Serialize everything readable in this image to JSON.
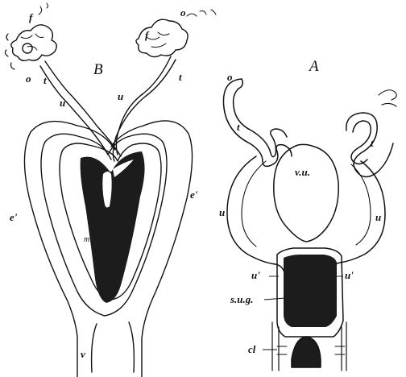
{
  "figure_b": {
    "letter": "B",
    "labels": {
      "f_left": "f",
      "f_right": "f",
      "o_left": "o",
      "o_right": "o",
      "t_left": "t",
      "t_right": "t",
      "u_left": "u",
      "u_right": "u",
      "e_left": "e'",
      "e_right": "e'",
      "m": "m",
      "v": "v"
    }
  },
  "figure_a": {
    "letter": "A",
    "labels": {
      "o_left": "o",
      "t_left": "t",
      "t_right": "t",
      "vu": "v.u.",
      "u_left": "u",
      "u_right": "u",
      "u_prime_left": "u'",
      "u_prime_right": "u'",
      "sug": "s.u.g.",
      "cl": "cl"
    }
  },
  "colors": {
    "ink": "#111111",
    "tissue": "#1c1c1c",
    "paper": "#ffffff"
  }
}
